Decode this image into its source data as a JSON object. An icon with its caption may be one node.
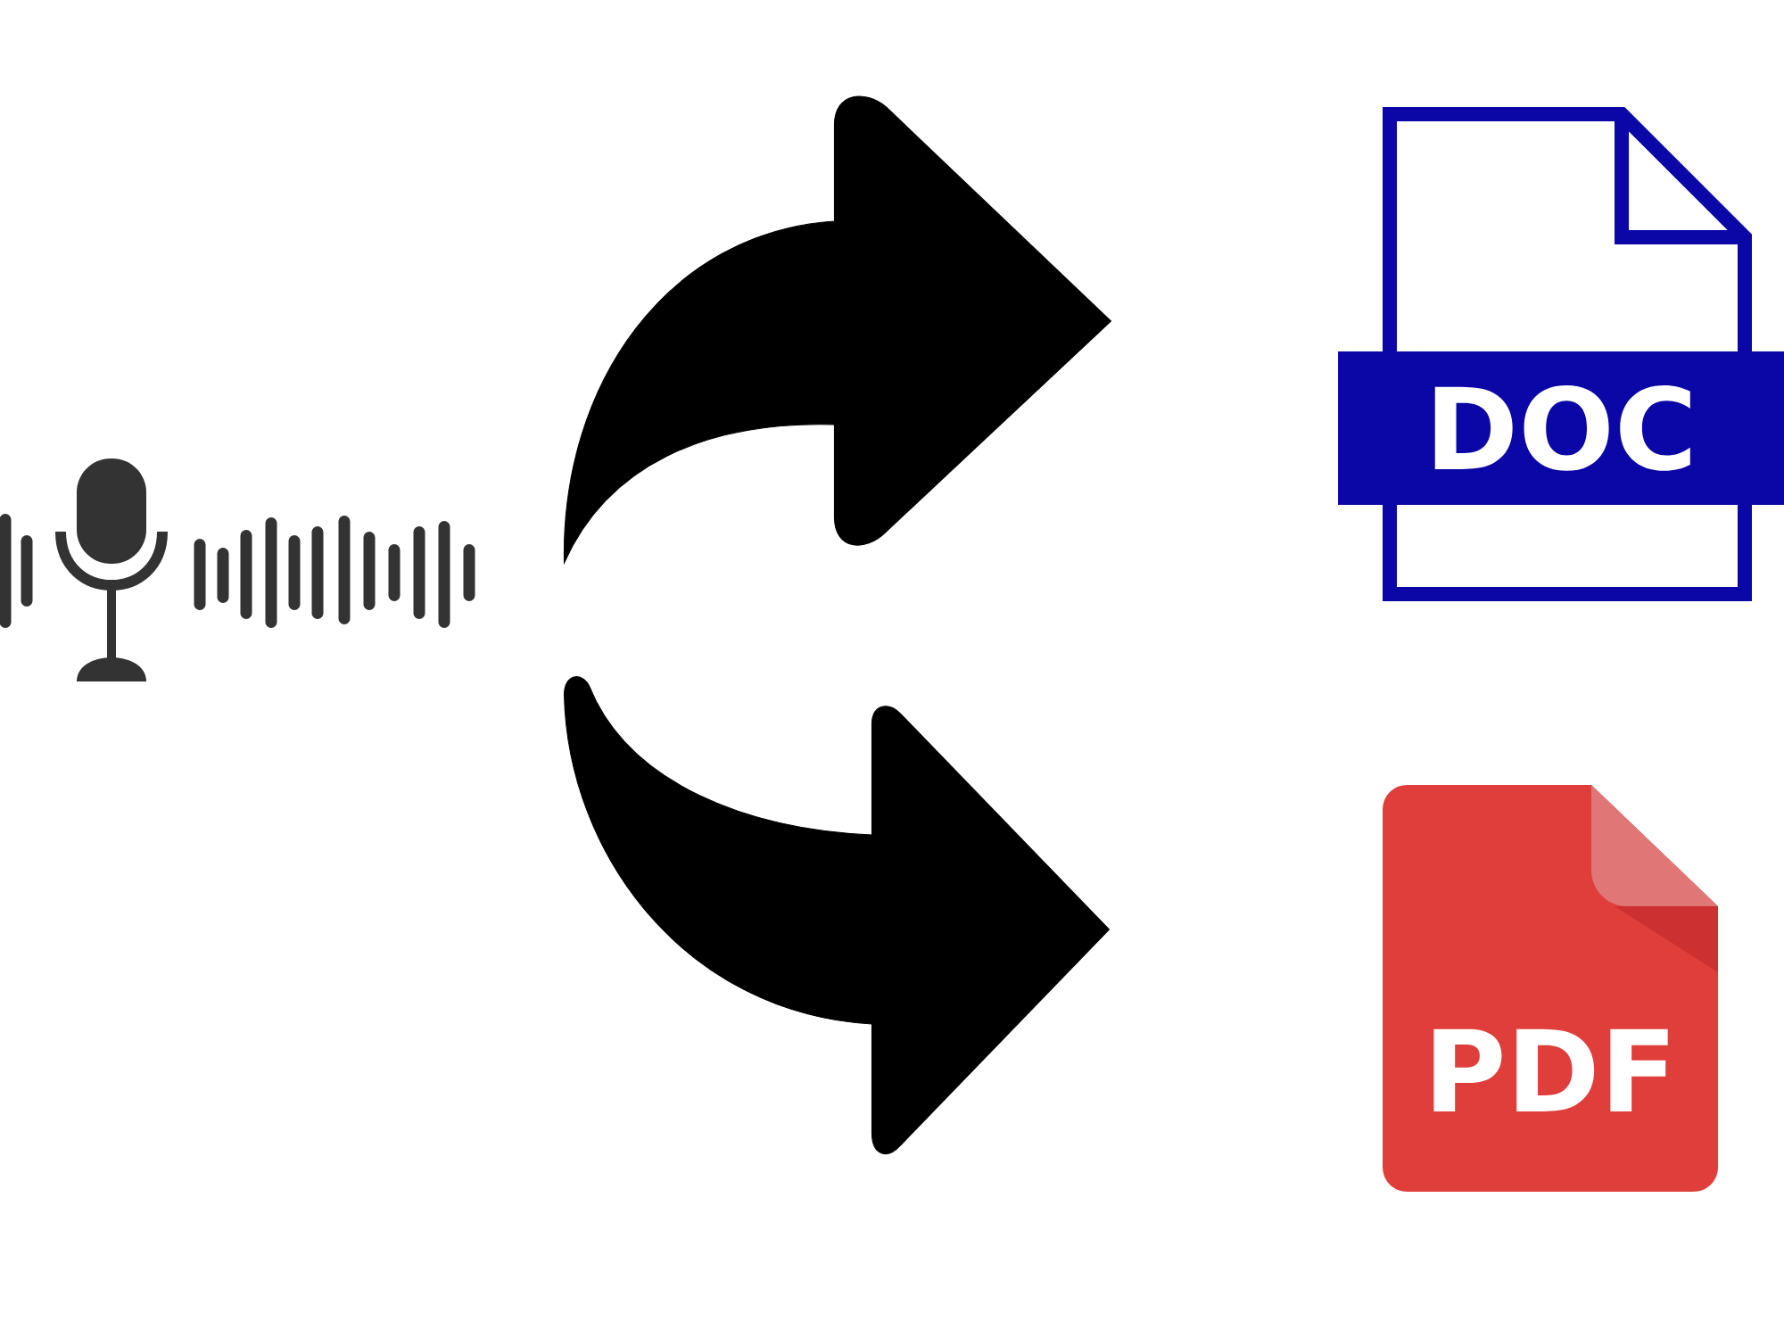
{
  "diagram": {
    "nodes": [
      {
        "text": [],
        "shape": "picture"
      },
      {
        "text": [
          "DOC"
        ]
      },
      {
        "text": [
          "PDF"
        ]
      }
    ],
    "edges": [
      {
        "from": 0,
        "to": 1,
        "arrow": "to"
      },
      {
        "from": 0,
        "to": 2,
        "arrow": "to"
      }
    ]
  }
}
